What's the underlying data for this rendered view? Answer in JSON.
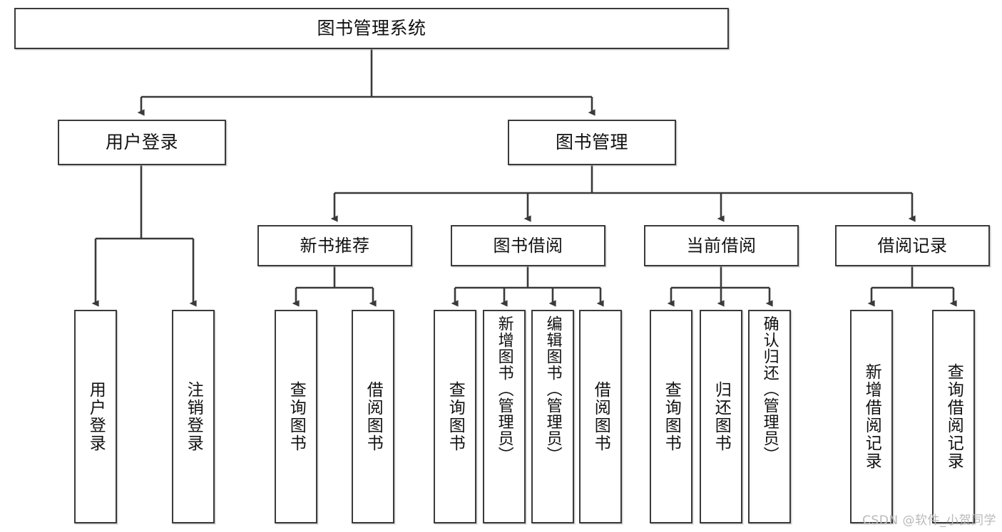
{
  "diagram": {
    "title": "图书管理系统",
    "type": "tree-hierarchy-chart",
    "root": {
      "id": "root",
      "label": "图书管理系统"
    },
    "level2": [
      {
        "id": "user-login",
        "label": "用户登录"
      },
      {
        "id": "book-management",
        "label": "图书管理"
      }
    ],
    "level3": [
      {
        "id": "new-book-recommend",
        "label": "新书推荐",
        "parent": "book-management"
      },
      {
        "id": "book-borrow",
        "label": "图书借阅",
        "parent": "book-management"
      },
      {
        "id": "current-borrow",
        "label": "当前借阅",
        "parent": "book-management"
      },
      {
        "id": "borrow-record",
        "label": "借阅记录",
        "parent": "book-management"
      }
    ],
    "leaves": [
      {
        "id": "leaf-user-login",
        "label": "用户登录",
        "parent": "user-login"
      },
      {
        "id": "leaf-logout-login",
        "label": "注销登录",
        "parent": "user-login"
      },
      {
        "id": "leaf-query-book-1",
        "label": "查询图书",
        "parent": "new-book-recommend"
      },
      {
        "id": "leaf-borrow-book-1",
        "label": "借阅图书",
        "parent": "new-book-recommend"
      },
      {
        "id": "leaf-query-book-2",
        "label": "查询图书",
        "parent": "book-borrow"
      },
      {
        "id": "leaf-add-book",
        "label": "新增图书（管理员）",
        "parent": "book-borrow"
      },
      {
        "id": "leaf-edit-book",
        "label": "编辑图书（管理员）",
        "parent": "book-borrow"
      },
      {
        "id": "leaf-borrow-book-2",
        "label": "借阅图书",
        "parent": "book-borrow"
      },
      {
        "id": "leaf-query-book-3",
        "label": "查询图书",
        "parent": "current-borrow"
      },
      {
        "id": "leaf-return-book",
        "label": "归还图书",
        "parent": "current-borrow"
      },
      {
        "id": "leaf-confirm-return",
        "label": "确认归还（管理员）",
        "parent": "current-borrow"
      },
      {
        "id": "leaf-add-record",
        "label": "新增借阅记录",
        "parent": "borrow-record"
      },
      {
        "id": "leaf-query-record",
        "label": "查询借阅记录",
        "parent": "borrow-record"
      }
    ]
  },
  "watermark": {
    "text": "CSDN @软件_小贺同学"
  },
  "colors": {
    "stroke": "#3a3a3a",
    "fill": "#ffffff",
    "text": "#111111",
    "watermark": "#b9b9b9"
  }
}
